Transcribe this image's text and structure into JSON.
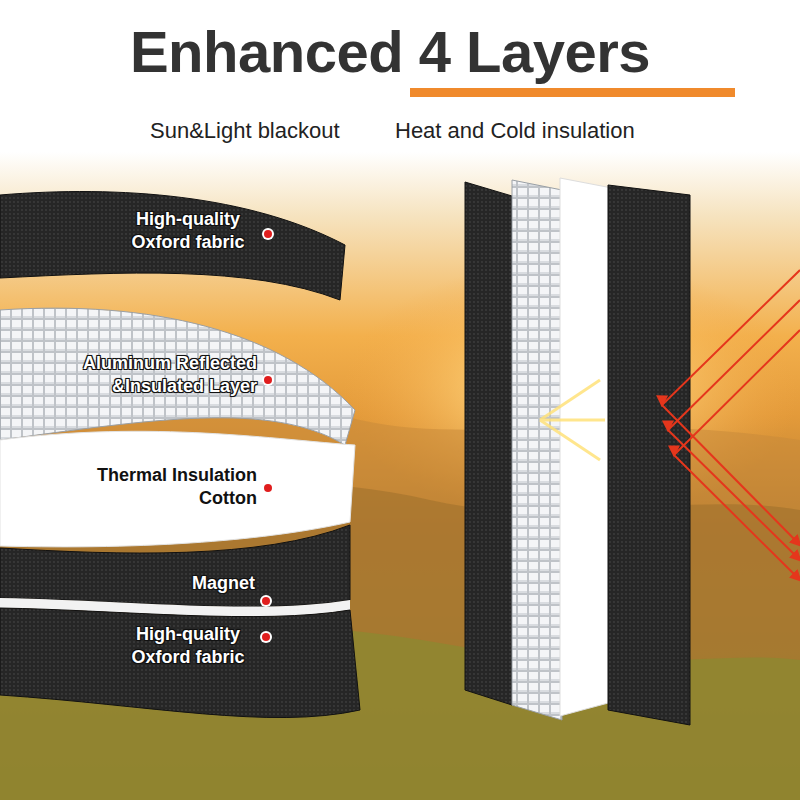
{
  "diagram": {
    "title": "Enhanced 4 Layers",
    "labels": [
      "Sun&Light blackout",
      "Heat and Cold insulation",
      "High-quality Oxford fabric",
      "Aluminum Reflected &Insulated Layer",
      "Thermal Insulation Cotton",
      "Magnet",
      "High-quality Oxford fabric"
    ]
  }
}
